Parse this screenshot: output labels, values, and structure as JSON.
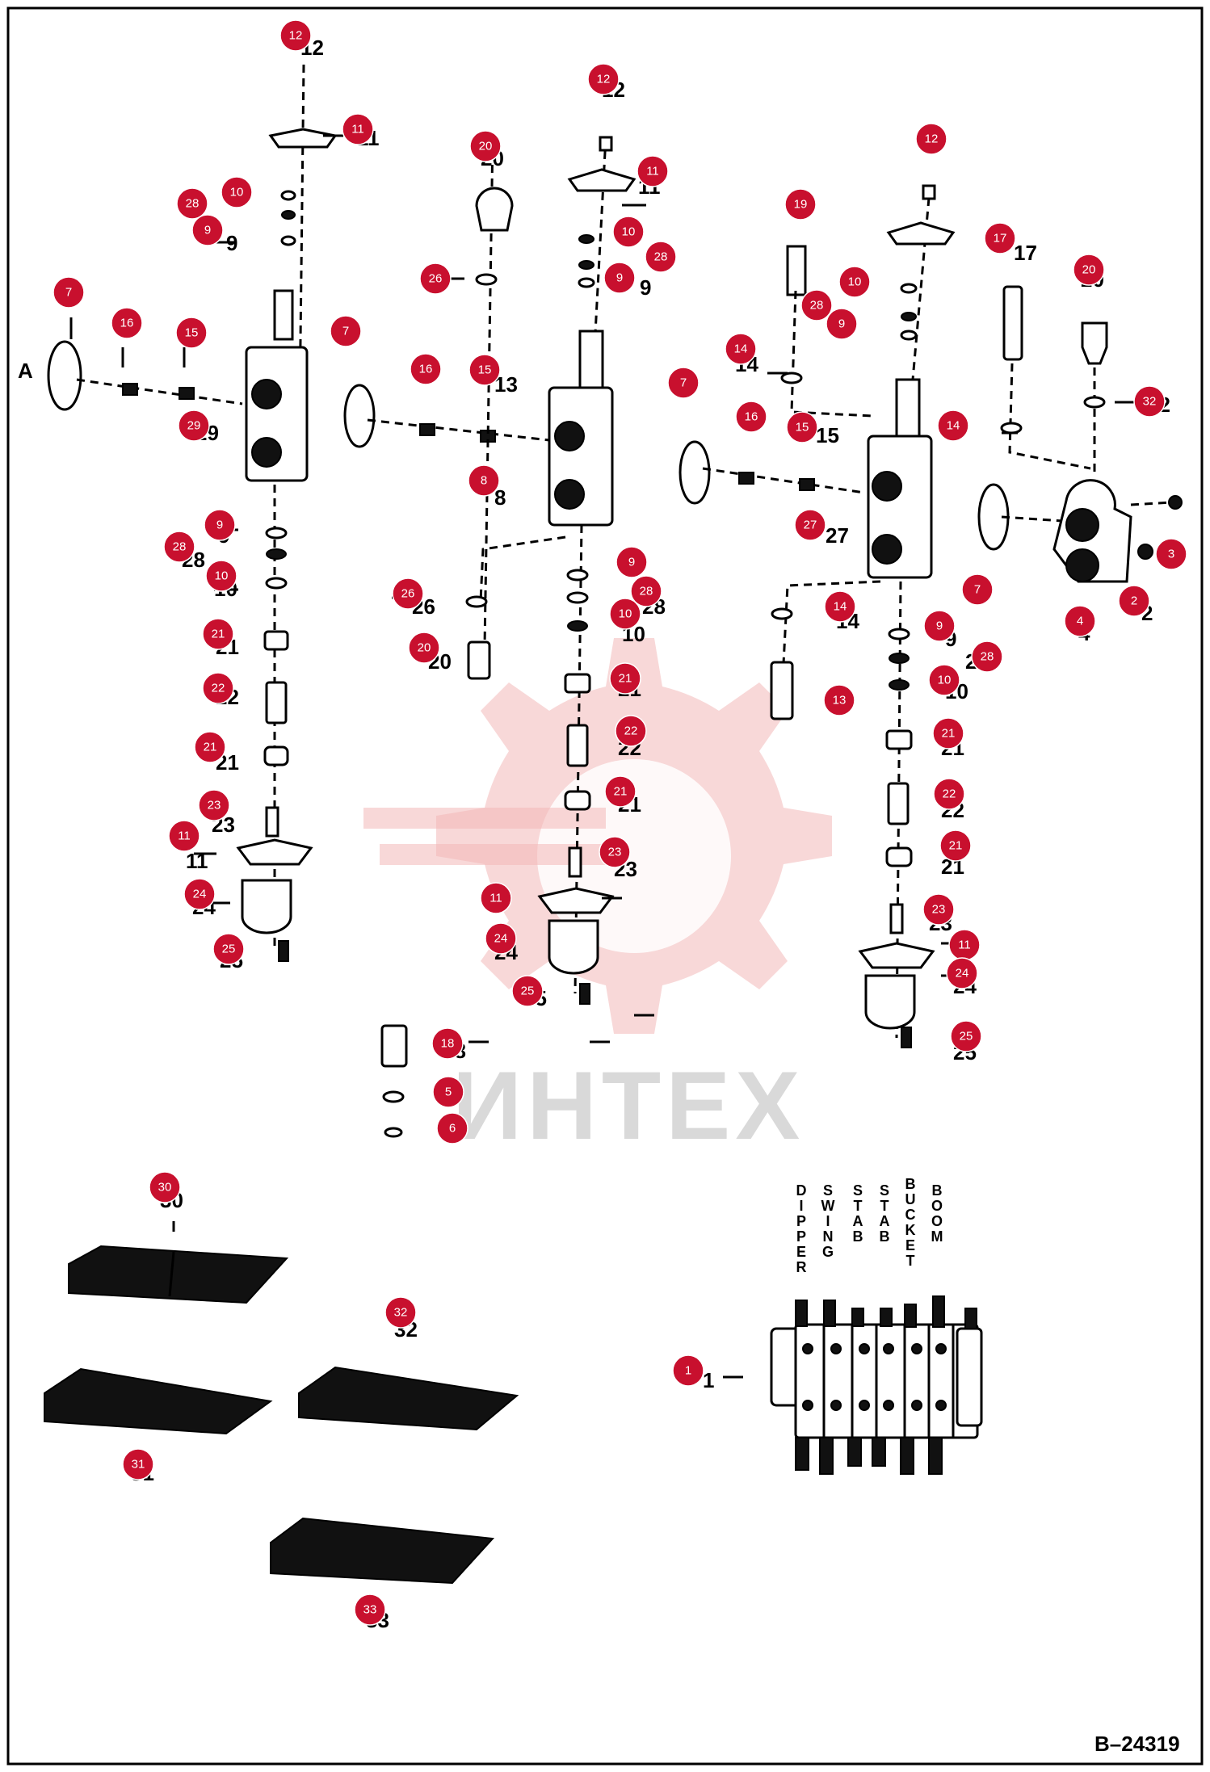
{
  "diagram": {
    "drawing_number": "B–24319",
    "view_letter": "A",
    "watermark": "ИНТЕХ",
    "section_labels": [
      "DIPPER",
      "SWING",
      "STAB",
      "STAB",
      "BUCKET",
      "BOOM"
    ],
    "callouts": [
      {
        "n": "12"
      },
      {
        "n": "11"
      },
      {
        "n": "10"
      },
      {
        "n": "28"
      },
      {
        "n": "9"
      },
      {
        "n": "7"
      },
      {
        "n": "16"
      },
      {
        "n": "15"
      },
      {
        "n": "29"
      },
      {
        "n": "9"
      },
      {
        "n": "28"
      },
      {
        "n": "10"
      },
      {
        "n": "21"
      },
      {
        "n": "22"
      },
      {
        "n": "21"
      },
      {
        "n": "23"
      },
      {
        "n": "11"
      },
      {
        "n": "24"
      },
      {
        "n": "25"
      },
      {
        "n": "20"
      },
      {
        "n": "12"
      },
      {
        "n": "11"
      },
      {
        "n": "10"
      },
      {
        "n": "28"
      },
      {
        "n": "9"
      },
      {
        "n": "26"
      },
      {
        "n": "7"
      },
      {
        "n": "16"
      },
      {
        "n": "15"
      },
      {
        "n": "8"
      },
      {
        "n": "9"
      },
      {
        "n": "28"
      },
      {
        "n": "10"
      },
      {
        "n": "26"
      },
      {
        "n": "20"
      },
      {
        "n": "21"
      },
      {
        "n": "22"
      },
      {
        "n": "21"
      },
      {
        "n": "23"
      },
      {
        "n": "11"
      },
      {
        "n": "24"
      },
      {
        "n": "25"
      },
      {
        "n": "18"
      },
      {
        "n": "5"
      },
      {
        "n": "6"
      },
      {
        "n": "12"
      },
      {
        "n": "19"
      },
      {
        "n": "10"
      },
      {
        "n": "28"
      },
      {
        "n": "9"
      },
      {
        "n": "14"
      },
      {
        "n": "7"
      },
      {
        "n": "16"
      },
      {
        "n": "15"
      },
      {
        "n": "27"
      },
      {
        "n": "14"
      },
      {
        "n": "13"
      },
      {
        "n": "9"
      },
      {
        "n": "28"
      },
      {
        "n": "10"
      },
      {
        "n": "21"
      },
      {
        "n": "22"
      },
      {
        "n": "21"
      },
      {
        "n": "23"
      },
      {
        "n": "11"
      },
      {
        "n": "24"
      },
      {
        "n": "25"
      },
      {
        "n": "17"
      },
      {
        "n": "20"
      },
      {
        "n": "32"
      },
      {
        "n": "14"
      },
      {
        "n": "3"
      },
      {
        "n": "2"
      },
      {
        "n": "4"
      },
      {
        "n": "7"
      },
      {
        "n": "30"
      },
      {
        "n": "32"
      },
      {
        "n": "31"
      },
      {
        "n": "33"
      },
      {
        "n": "1"
      }
    ]
  }
}
